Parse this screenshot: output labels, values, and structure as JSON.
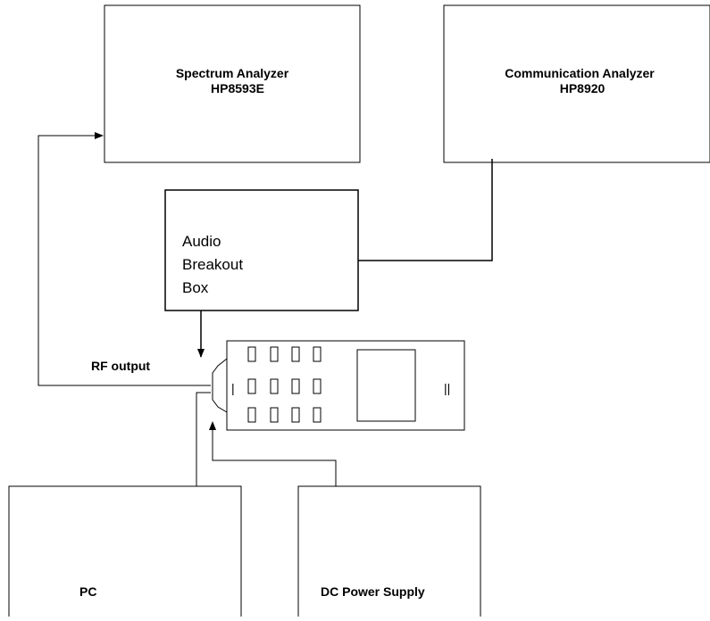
{
  "spectrum_analyzer": {
    "line1": "Spectrum Analyzer",
    "line2": "HP8593E"
  },
  "communication_analyzer": {
    "line1": "Communication Analyzer",
    "line2": "HP8920"
  },
  "audio_breakout_box": {
    "line1": "Audio",
    "line2": "Breakout",
    "line3": "Box"
  },
  "rf_output_label": "RF output",
  "pc_label": "PC",
  "dc_power_supply_label": "DC Power Supply",
  "phone": {
    "left_side_mark": "|",
    "right_side_mark": "||"
  },
  "colors": {
    "line": "#000000",
    "background": "#ffffff"
  }
}
